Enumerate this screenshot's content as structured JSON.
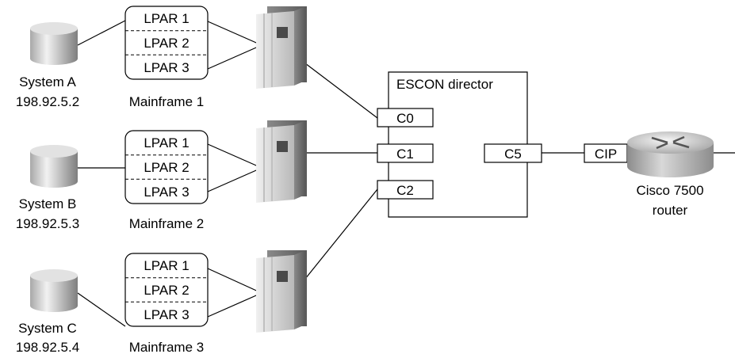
{
  "systems": [
    {
      "name": "System A",
      "ip": "198.92.5.2",
      "mainframe": "Mainframe 1",
      "lpars": [
        "LPAR 1",
        "LPAR 2",
        "LPAR 3"
      ]
    },
    {
      "name": "System B",
      "ip": "198.92.5.3",
      "mainframe": "Mainframe 2",
      "lpars": [
        "LPAR 1",
        "LPAR 2",
        "LPAR 3"
      ]
    },
    {
      "name": "System C",
      "ip": "198.92.5.4",
      "mainframe": "Mainframe 3",
      "lpars": [
        "LPAR 1",
        "LPAR 2",
        "LPAR 3"
      ]
    }
  ],
  "director": {
    "title": "ESCON director",
    "ports": [
      "C0",
      "C1",
      "C2",
      "C5"
    ]
  },
  "router": {
    "interface": "CIP",
    "name_line1": "Cisco 7500",
    "name_line2": "router"
  },
  "colors": {
    "line": "#000000",
    "disk_light": "#e6e6e6",
    "disk_dark": "#8c8c8c",
    "mainframe_front": "#c8c8c8",
    "mainframe_side": "#7a7a7a",
    "mainframe_panel": "#4a4a4a",
    "router_body": "#b4b4b4"
  },
  "icons": {
    "disk": "database-disk-icon",
    "mainframe": "mainframe-server-icon",
    "router": "router-icon"
  }
}
